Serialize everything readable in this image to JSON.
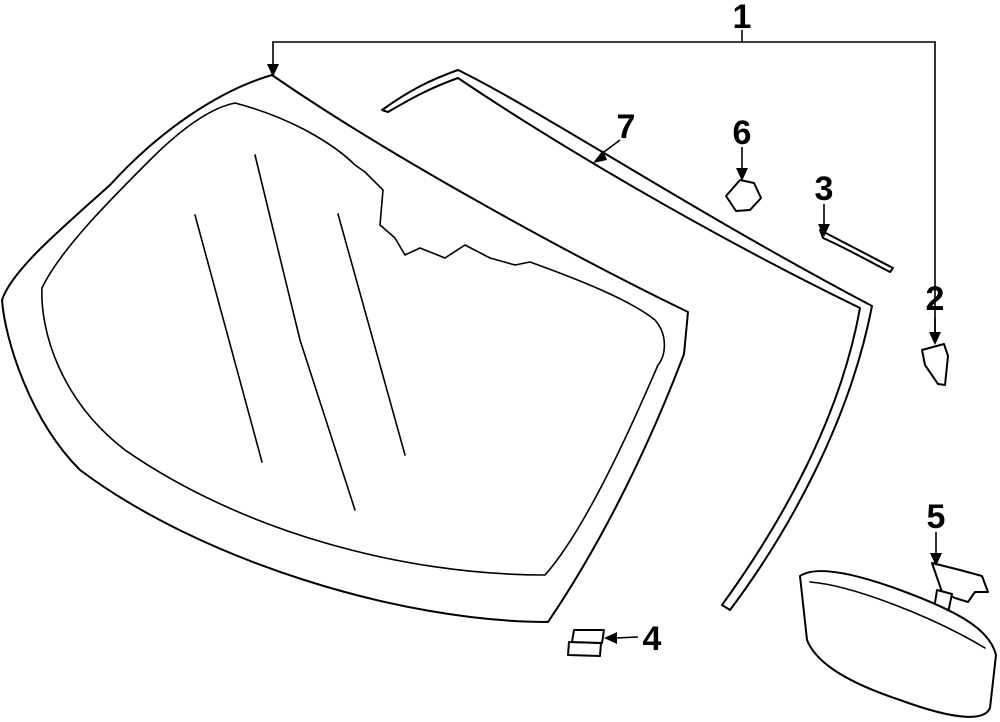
{
  "callouts": {
    "c1": "1",
    "c2": "2",
    "c3": "3",
    "c4": "4",
    "c5": "5",
    "c6": "6",
    "c7": "7"
  },
  "parts": [
    {
      "number": "1",
      "part": "windshield-glass"
    },
    {
      "number": "2",
      "part": "clip"
    },
    {
      "number": "3",
      "part": "side-molding"
    },
    {
      "number": "4",
      "part": "bracket"
    },
    {
      "number": "5",
      "part": "rear-view-mirror"
    },
    {
      "number": "6",
      "part": "pad"
    },
    {
      "number": "7",
      "part": "reveal-molding"
    }
  ],
  "colors": {
    "line": "#000000",
    "background": "#ffffff"
  }
}
